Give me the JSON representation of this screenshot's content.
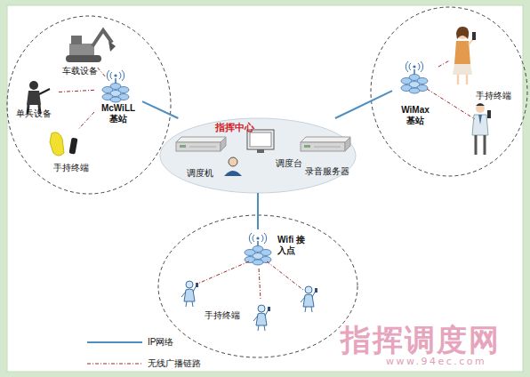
{
  "diagram": {
    "nodes": [
      {
        "text": [
          "车载设备"
        ]
      },
      {
        "text": [
          "单兵设备"
        ]
      },
      {
        "text": [
          "McWiLL 基站"
        ]
      },
      {
        "text": [
          "手持终端"
        ]
      },
      {
        "text": [
          "指挥中心"
        ]
      },
      {
        "text": [
          "调度机"
        ],
        "in": 4
      },
      {
        "text": [
          "调度台"
        ],
        "in": 4
      },
      {
        "text": [
          "录音服务器"
        ],
        "in": 4
      },
      {
        "text": [
          "手持终端"
        ]
      },
      {
        "text": [
          "WiMax 基站"
        ]
      },
      {
        "text": [
          "Wifi 接入点"
        ]
      },
      {
        "text": [
          "手持终端"
        ]
      }
    ],
    "edges": [
      {
        "from": 2,
        "to": 4,
        "arrow": "none"
      },
      {
        "from": 4,
        "to": 9,
        "arrow": "none"
      },
      {
        "from": 4,
        "to": 10,
        "arrow": "none"
      },
      {
        "from": 2,
        "to": 0,
        "arrow": "none"
      },
      {
        "from": 2,
        "to": 1,
        "arrow": "none"
      },
      {
        "from": 2,
        "to": 3,
        "arrow": "none"
      },
      {
        "from": 9,
        "to": 8,
        "arrow": "none"
      },
      {
        "from": 10,
        "to": 11,
        "arrow": "none"
      }
    ],
    "labels": [
      "指挥调度网",
      "www.94ec.com"
    ],
    "legend": [
      {
        "text": "IP网络"
      },
      {
        "text": "无线广播链路"
      }
    ]
  }
}
